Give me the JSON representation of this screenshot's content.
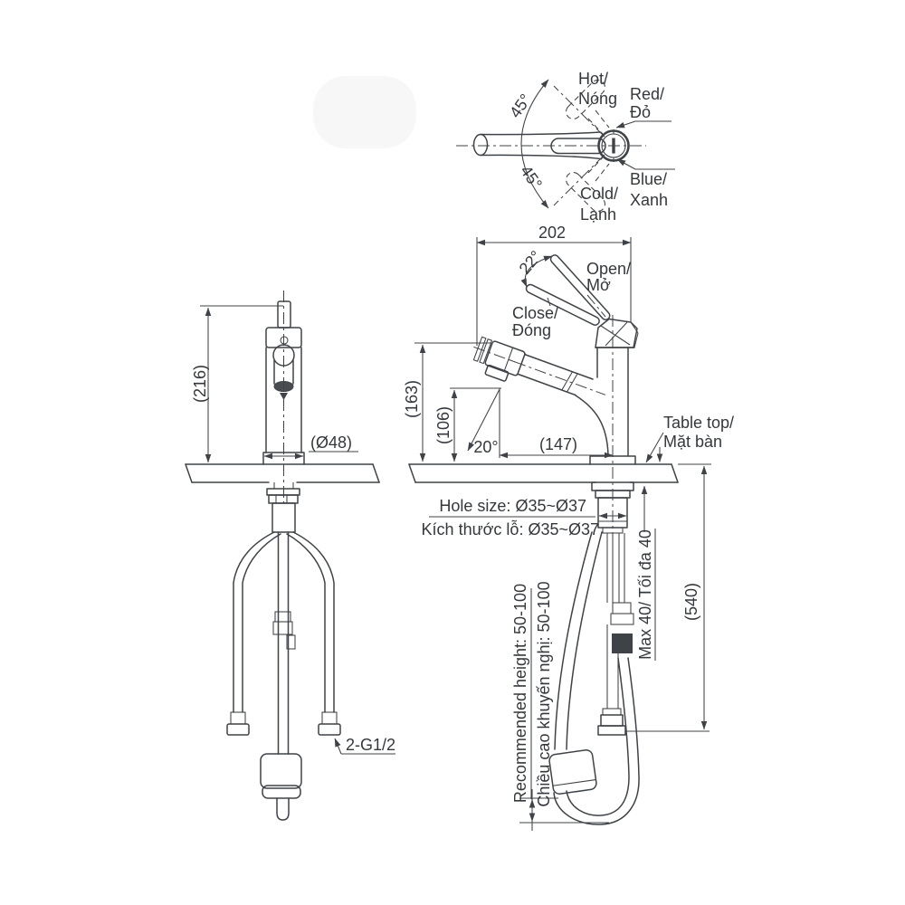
{
  "colors": {
    "line": "#3f4347",
    "text": "#34383d",
    "outlet_fill": "#494d52",
    "watermark": "#f7f7f7"
  },
  "top_view": {
    "hot_line1": "Hot/",
    "hot_line2": "Nóng",
    "red_line1": "Red/",
    "red_line2": "Đỏ",
    "blue_line1": "Blue/",
    "blue_line2": "Xanh",
    "cold_line1": "Cold/",
    "cold_line2": "Lạnh",
    "angle_upper": "45°",
    "angle_lower": "45°"
  },
  "side_view": {
    "width": "202",
    "handle_angle": "22°",
    "open_line1": "Open/",
    "open_line2": "Mở",
    "close_line1": "Close/",
    "close_line2": "Đóng",
    "total_height": "(163)",
    "spout_height": "(106)",
    "spout_angle": "20°",
    "spout_reach": "(147)",
    "tabletop_line1": "Table top/",
    "tabletop_line2": "Mặt bàn",
    "hole_size_en": "Hole size: Ø35~Ø37",
    "hole_size_vi": "Kích thước lỗ: Ø35~Ø37",
    "max_counter": "Max 40/ Tối đa 40",
    "under_counter_depth": "(540)",
    "recommended_en": "Recommended height: 50-100",
    "recommended_vi": "Chiều cao khuyến nghị: 50-100"
  },
  "front_view": {
    "total_height": "(216)",
    "base_diameter": "(Ø48)",
    "supply_thread": "2-G1/2"
  }
}
